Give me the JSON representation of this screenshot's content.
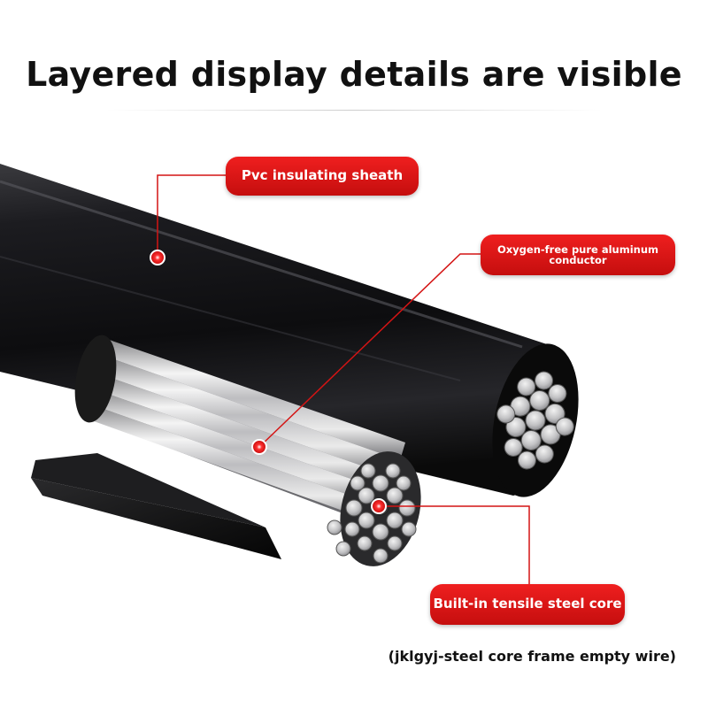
{
  "title": "Layered display details are visible",
  "callouts": {
    "sheath": "Pvc insulating sheath",
    "conductor_line1": "Oxygen-free pure aluminum",
    "conductor_line2": "conductor",
    "steel": "Built-in tensile steel core"
  },
  "caption": "(jklgyj-steel core frame empty wire)",
  "colors": {
    "accent_red": "#d41414",
    "cable_black": "#1a1a1a",
    "aluminum": "#c8c8c8"
  }
}
